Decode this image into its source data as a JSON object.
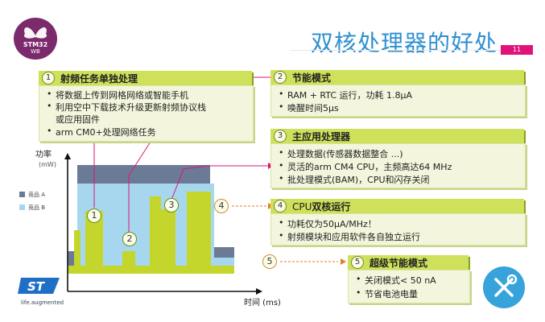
{
  "header": {
    "title": "双核处理器的好处",
    "page_number": "11",
    "logo": {
      "line1": "STM32",
      "line2": "WB"
    }
  },
  "callouts": [
    {
      "number": "1",
      "title": "射频任务单独处理",
      "bullets": [
        "将数据上传到网格网络或智能手机",
        "利用空中下载技术升级更新射频协议栈",
        "或应用固件",
        "arm CM0+处理网络任务"
      ]
    },
    {
      "number": "2",
      "title": "节能模式",
      "bullets": [
        "RAM + RTC 运行，功耗 1.8μA",
        "唤醒时间5μs"
      ]
    },
    {
      "number": "3",
      "title": "主应用处理器",
      "bullets": [
        "处理数据(传感器数据整合 ...)",
        "灵活的arm CM4 CPU，主频高达64 MHz",
        "批处理模式(BAM)，CPU和闪存关闭"
      ]
    },
    {
      "number": "4",
      "title_prefix": "CPU",
      "title": "双核运行",
      "bullets": [
        "功耗仅为50μA/MHz！",
        "射频模块和应用软件各自独立运行"
      ]
    },
    {
      "number": "5",
      "title": "超级节能模式",
      "bullets": [
        "关闭模式< 50 nA",
        "节省电池电量"
      ]
    }
  ],
  "chart": {
    "y_label": "功率",
    "y_unit": "(mW)",
    "x_label": "时间 (ms)",
    "legend": [
      {
        "label": "竞品 A",
        "color": "#6b7b95"
      },
      {
        "label": "竞品 B",
        "color": "#a6d7ef"
      }
    ],
    "bar_color": "#c4d62b",
    "markers": [
      "1",
      "2",
      "3"
    ]
  },
  "footer": {
    "brand_tagline": "life.augmented",
    "tool_icon": "wrench-screwdriver-icon"
  }
}
